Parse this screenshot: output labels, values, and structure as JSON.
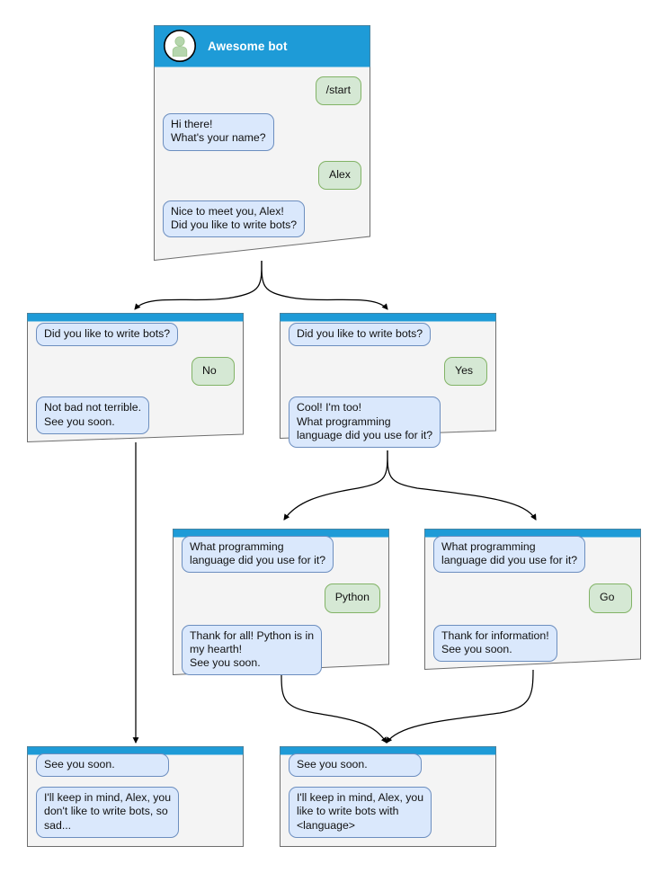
{
  "diagram": {
    "title": "Awesome bot conversation flow",
    "colors": {
      "header_blue": "#1e9bd7",
      "card_background": "#f4f4f4",
      "card_border": "#6e6e6e",
      "bot_bubble_fill": "#dae8fc",
      "bot_bubble_border": "#6c8ebf",
      "user_bubble_fill": "#d5e8d4",
      "user_bubble_border": "#82b366",
      "avatar_glyph": "#b5d6ad",
      "edge_stroke": "#000000"
    },
    "icons": {
      "avatar": "user-avatar-icon"
    }
  },
  "cards": {
    "start": {
      "name": "start-card",
      "header_title": "Awesome bot",
      "messages": [
        {
          "side": "user",
          "text": "/start"
        },
        {
          "side": "bot",
          "text": "Hi there!\nWhat's your name?"
        },
        {
          "side": "user",
          "text": "Alex"
        },
        {
          "side": "bot",
          "text": "Nice to meet you, Alex!\nDid you like to write bots?"
        }
      ]
    },
    "answer_no": {
      "name": "answer-no-card",
      "messages": [
        {
          "side": "bot",
          "text": "Did you like to write bots?"
        },
        {
          "side": "user",
          "text": "No"
        },
        {
          "side": "bot",
          "text": "Not bad not terrible.\nSee you soon."
        }
      ]
    },
    "answer_yes": {
      "name": "answer-yes-card",
      "messages": [
        {
          "side": "bot",
          "text": "Did you like to write bots?"
        },
        {
          "side": "user",
          "text": "Yes"
        },
        {
          "side": "bot",
          "text": "Cool! I'm too!\nWhat programming\nlanguage did you use for it?"
        }
      ]
    },
    "lang_python": {
      "name": "language-python-card",
      "messages": [
        {
          "side": "bot",
          "text": "What programming\nlanguage did you use for it?"
        },
        {
          "side": "user",
          "text": "Python"
        },
        {
          "side": "bot",
          "text": "Thank for all! Python is in\nmy hearth!\nSee you soon."
        }
      ]
    },
    "lang_go": {
      "name": "language-go-card",
      "messages": [
        {
          "side": "bot",
          "text": "What programming\nlanguage did you use for it?"
        },
        {
          "side": "user",
          "text": "Go"
        },
        {
          "side": "bot",
          "text": "Thank for information!\nSee you soon."
        }
      ]
    },
    "end_sad": {
      "name": "end-no-card",
      "messages": [
        {
          "side": "bot",
          "text": "See you soon."
        },
        {
          "side": "bot",
          "text": "I'll keep in mind, Alex, you\ndon't like to write bots, so\nsad..."
        }
      ]
    },
    "end_happy": {
      "name": "end-yes-card",
      "messages": [
        {
          "side": "bot",
          "text": "See you soon."
        },
        {
          "side": "bot",
          "text": "I'll keep in mind, Alex, you\nlike to write bots with\n<language>"
        }
      ]
    }
  },
  "texts": {
    "start_header": "Awesome bot",
    "m_start": "/start",
    "m_hi": "Hi there!\nWhat's your name?",
    "m_alex": "Alex",
    "m_nice": "Nice to meet you, Alex!\nDid you like to write bots?",
    "m_didyou": "Did you like to write bots?",
    "m_no": "No",
    "m_notbad": "Not bad not terrible.\nSee you soon.",
    "m_yes": "Yes",
    "m_cool": "Cool! I'm too!\nWhat programming\nlanguage did you use for it?",
    "m_whatlang": "What programming\nlanguage did you use for it?",
    "m_python": "Python",
    "m_thankall": "Thank for all! Python is in\nmy hearth!\nSee you soon.",
    "m_go": "Go",
    "m_thankinfo": "Thank for information!\nSee you soon.",
    "m_seeyou": "See you soon.",
    "m_keepsad": "I'll keep in mind, Alex, you\ndon't like to write bots, so\nsad...",
    "m_keephappy": "I'll keep in mind, Alex, you\nlike to write bots with\n<language>"
  }
}
